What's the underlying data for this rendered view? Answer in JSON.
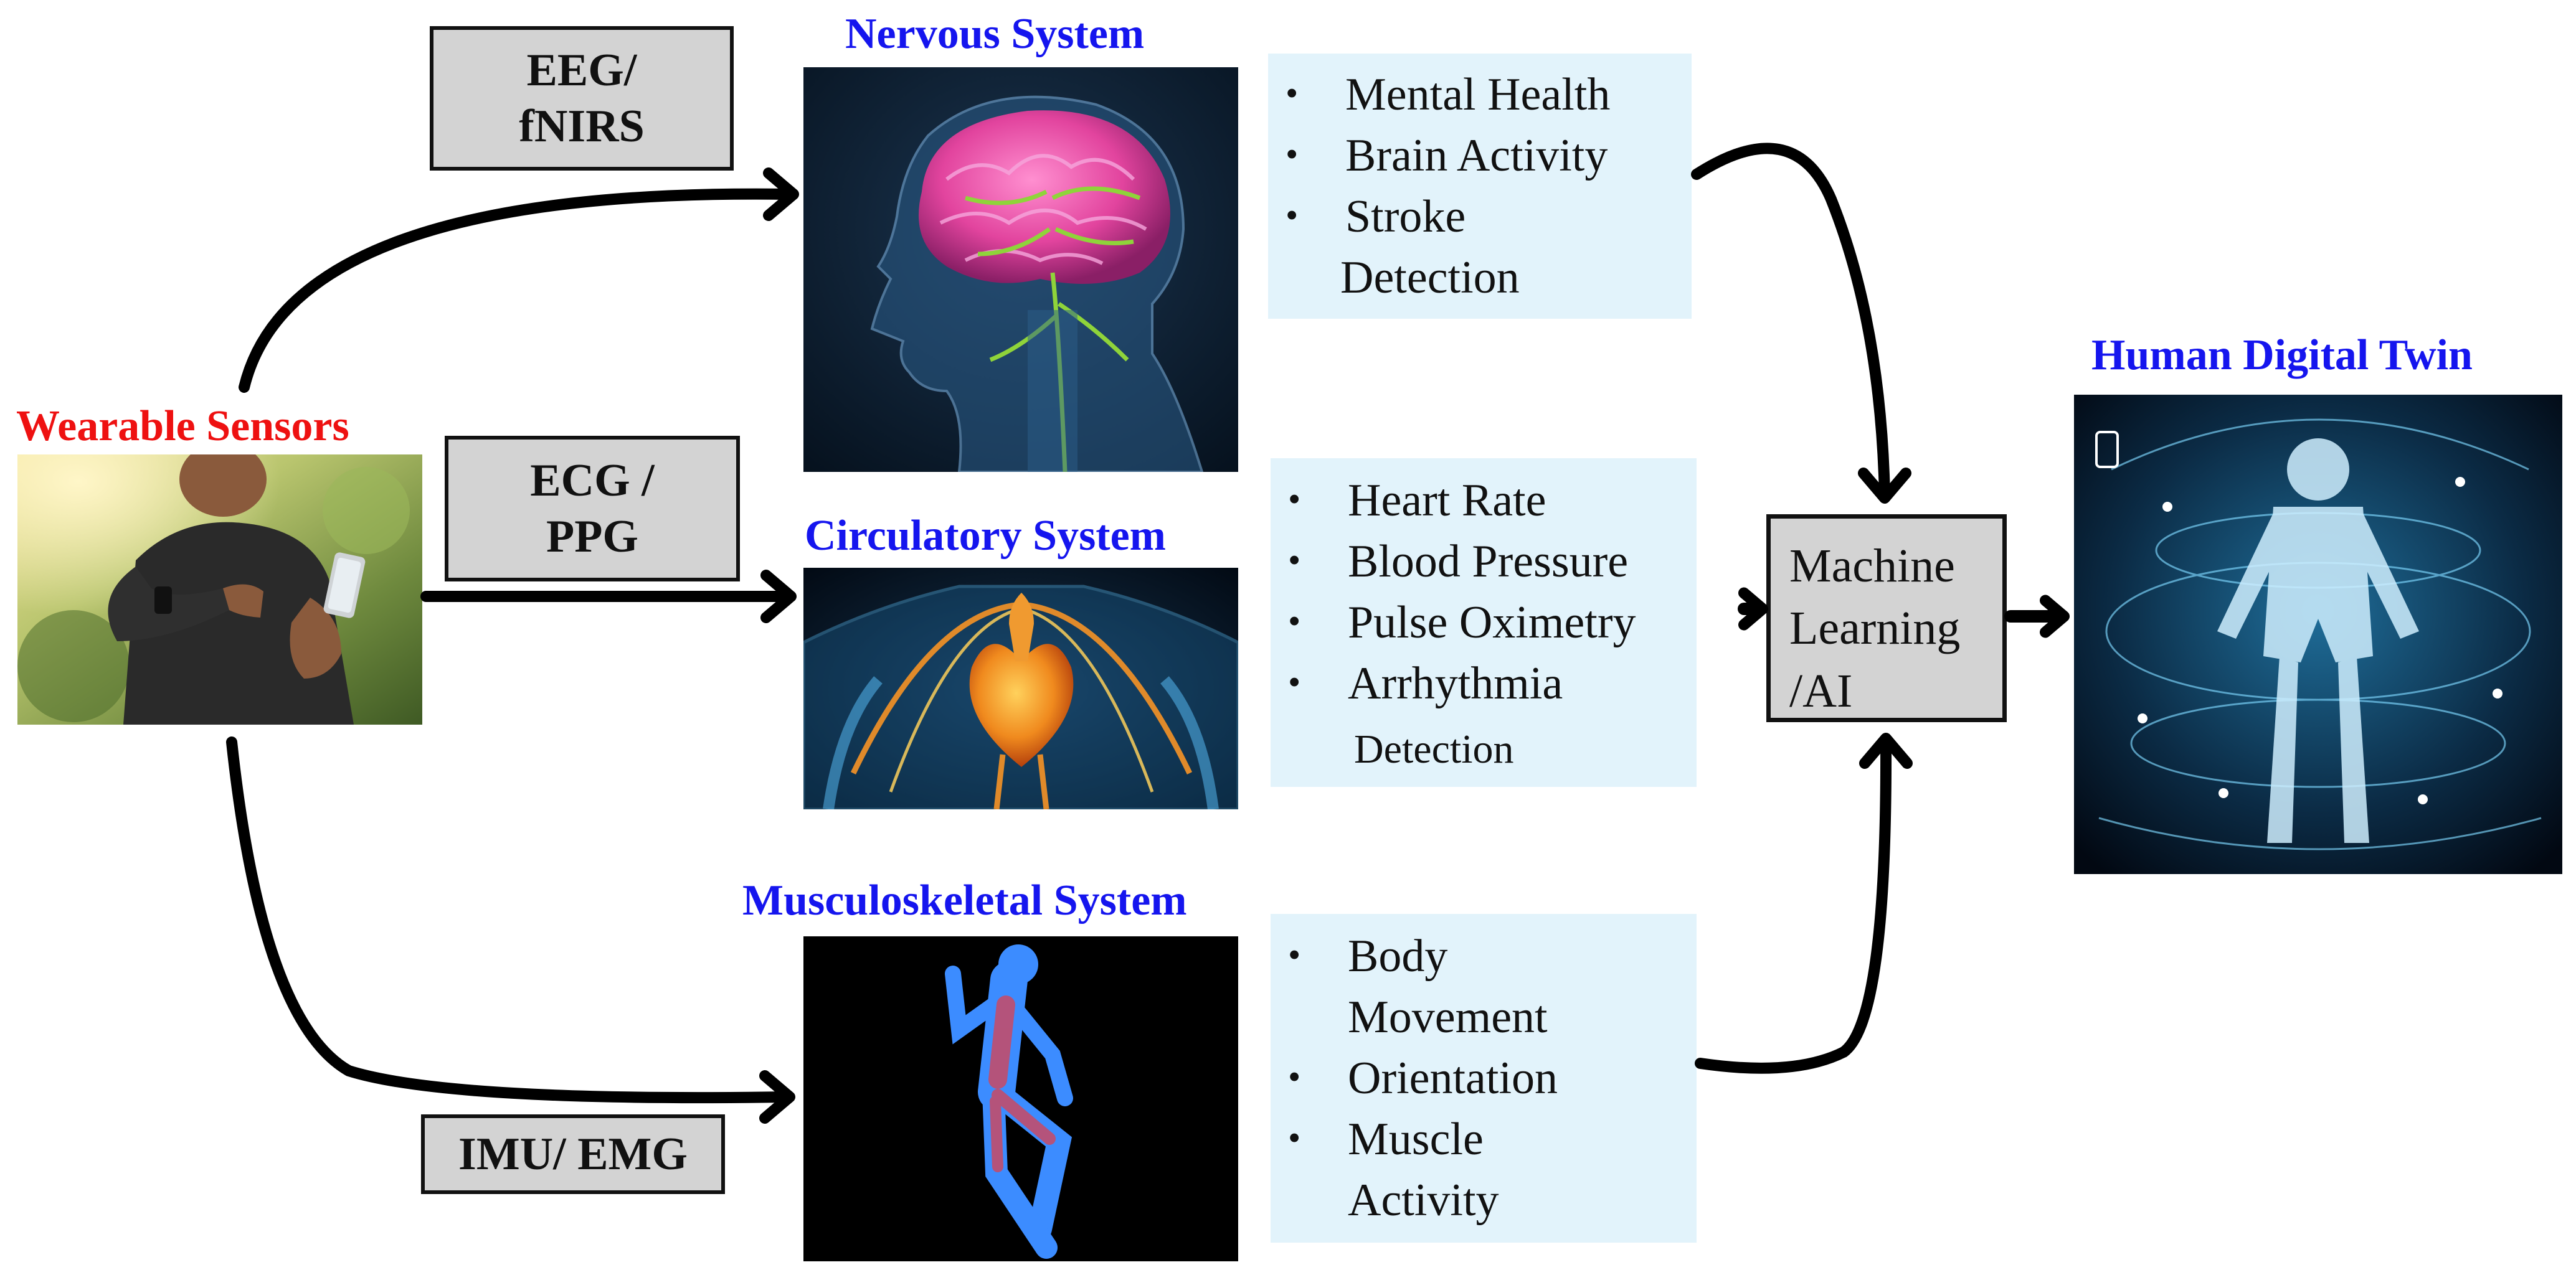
{
  "titles": {
    "wearable": "Wearable Sensors",
    "nervous": "Nervous System",
    "circulatory": "Circulatory System",
    "musculo": "Musculoskeletal System",
    "twin": "Human Digital Twin"
  },
  "sensors": {
    "eeg": [
      "EEG/",
      "fNIRS"
    ],
    "ecg": [
      "ECG /",
      "PPG"
    ],
    "imu": [
      "IMU/ EMG"
    ]
  },
  "nervous_items": [
    "Mental Health",
    "Brain Activity",
    "Stroke",
    "Detection"
  ],
  "circulatory_items": [
    "Heart Rate",
    "Blood Pressure",
    "Pulse Oximetry",
    "Arrhythmia",
    "Detection"
  ],
  "musculo_items": [
    "Body",
    "Movement",
    "Orientation",
    "Muscle",
    "Activity"
  ],
  "bullet_glyph": "•",
  "ml": [
    "Machine",
    "Learning",
    "/AI"
  ],
  "colors": {
    "title_blue": "#1515ee",
    "title_red": "#ee1111",
    "box_gray": "#d3d3d3",
    "info_bg": "#e2f3fb",
    "arrow": "#000000"
  },
  "icons": {
    "wearable": "person-checking-smartwatch-photo",
    "nervous": "brain-nervous-system-image",
    "circulatory": "heart-circulatory-system-image",
    "musculo": "running-figure-muscle-image",
    "twin": "holographic-human-digital-twin-image"
  }
}
